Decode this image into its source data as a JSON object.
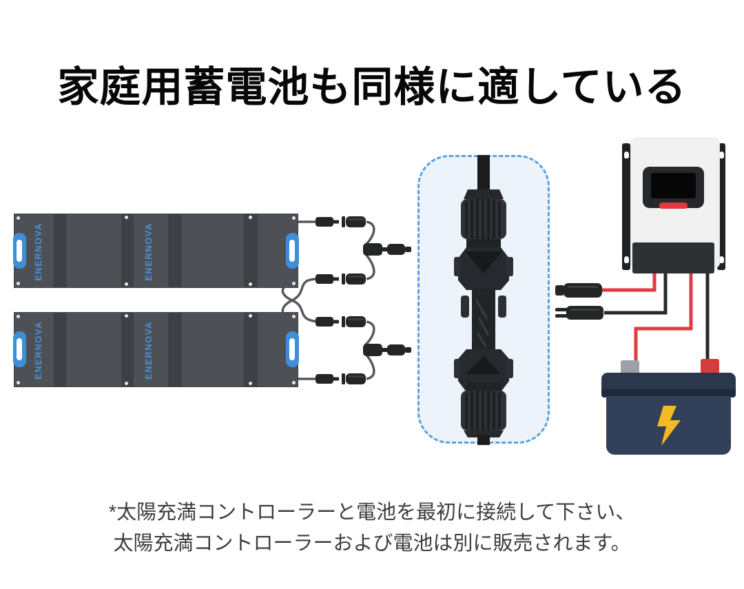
{
  "title": "家庭用蓄電池も同様に適している",
  "panels": {
    "brand": "ENERNOVA",
    "count": 2,
    "description": "folding-solar-panels"
  },
  "footnote": {
    "line1": "*太陽充満コントローラーと電池を最初に接続して下さい、",
    "line2": "太陽充満コントローラーおよび電池は別に販売されます。"
  },
  "colors": {
    "accent_blue_dashed": "#58a0e4",
    "highlight_box_fill": "#edf3fa",
    "panel_gray": "#4d5156",
    "panel_stripe": "#3d4145",
    "handle_blue": "#3e8fd8",
    "brand_blue": "#4a90d8",
    "wire_red": "#e03b42",
    "wire_black": "#27292c",
    "cable_gray": "#55585c",
    "connector_black": "#232527",
    "controller_body": "#f1f1f2",
    "controller_red_button": "#e53540",
    "battery_navy": "#33405a",
    "battery_terminal_gray": "#9ba1a8",
    "battery_terminal_red": "#d63c3c",
    "bolt_yellow": "#f3ba25"
  }
}
